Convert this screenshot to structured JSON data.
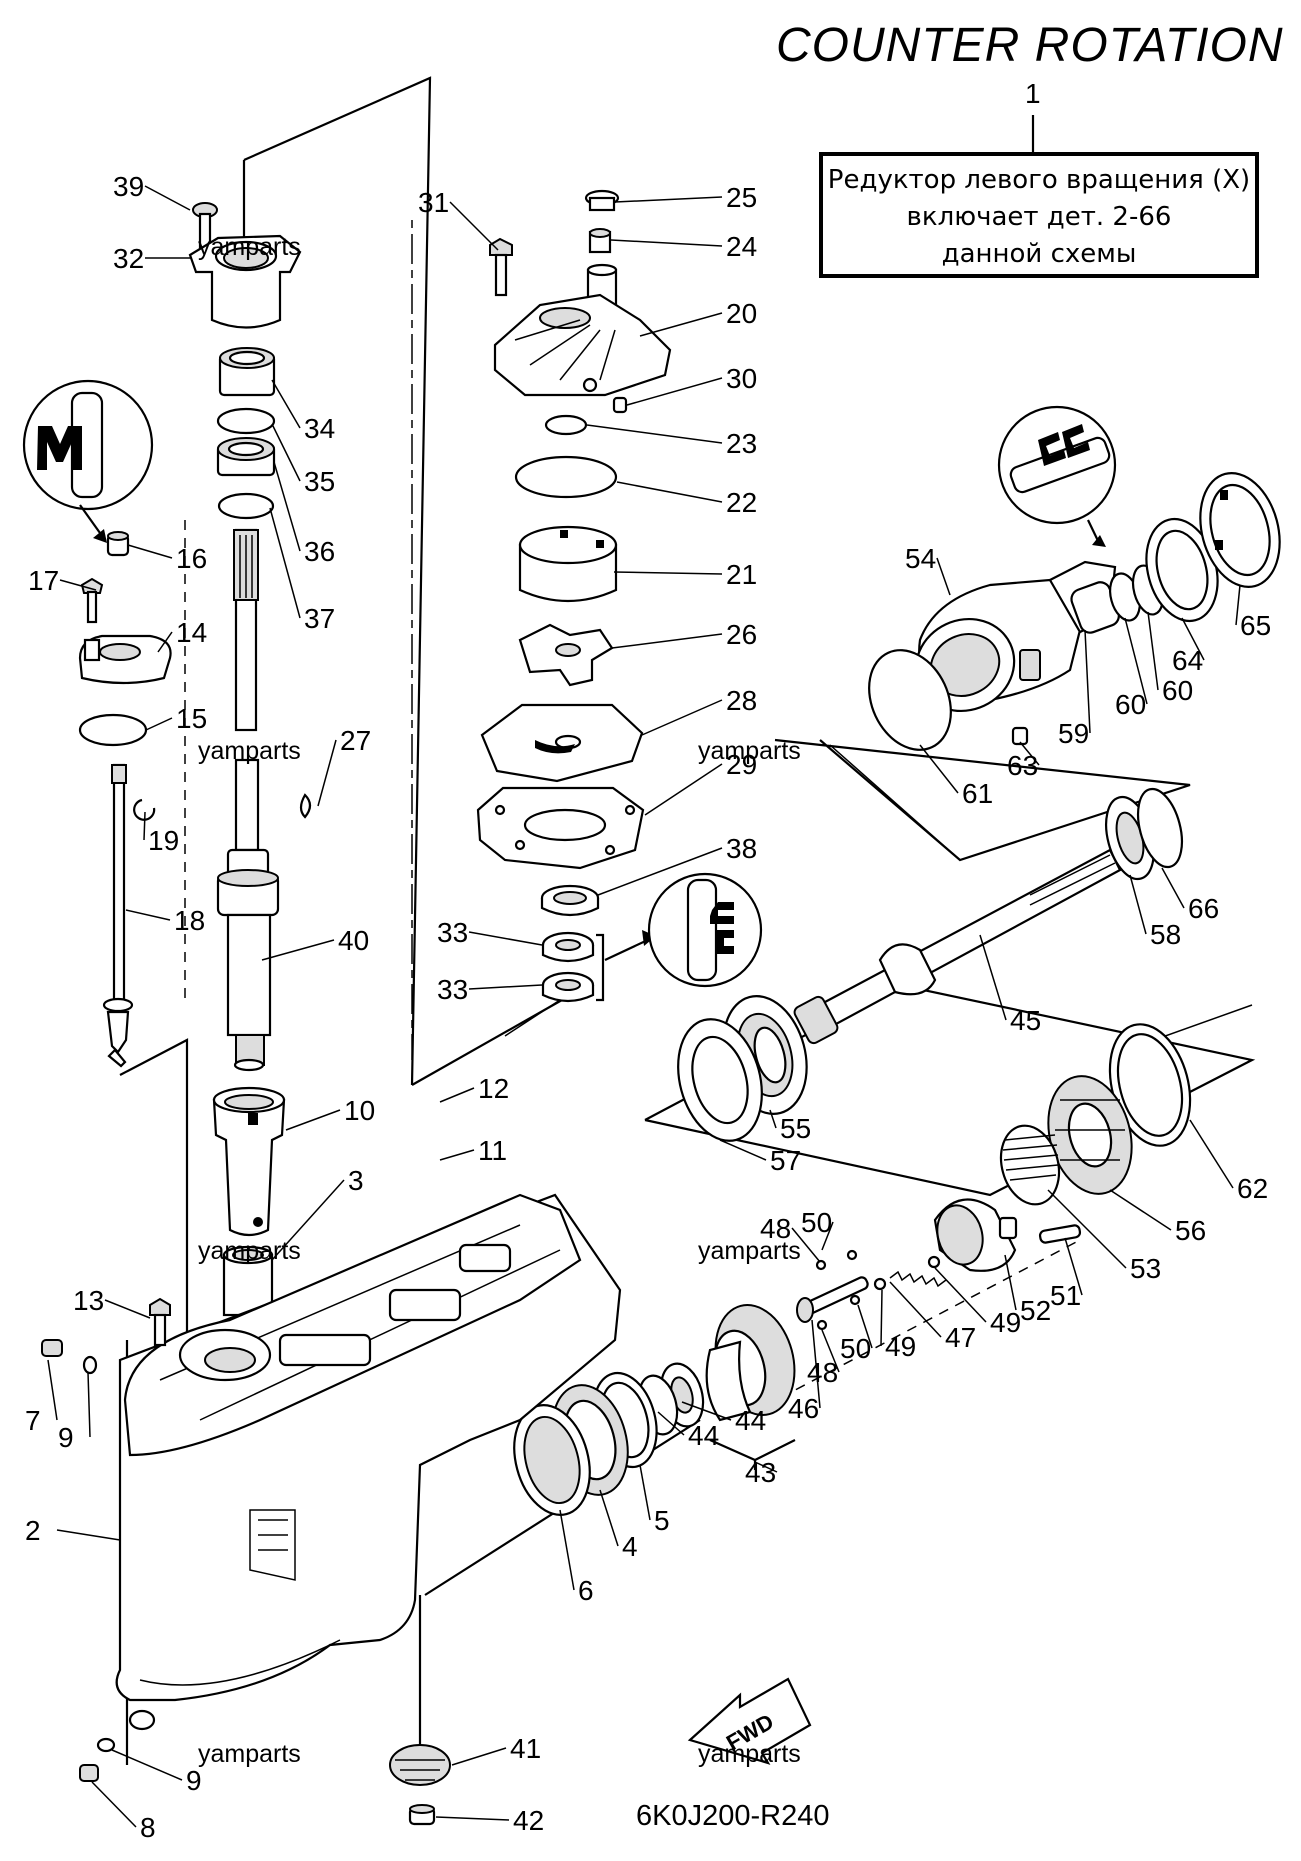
{
  "title": "COUNTER ROTATION",
  "note": {
    "ref": "1",
    "lines": [
      "Редуктор левого вращения (X)",
      "включает дет. 2-66",
      "данной схемы"
    ]
  },
  "diagram_code": "6K0J200-R240",
  "watermark": "yamparts",
  "labels": [
    "39",
    "32",
    "34",
    "35",
    "36",
    "37",
    "16",
    "17",
    "14",
    "15",
    "27",
    "19",
    "18",
    "40",
    "10",
    "12",
    "11",
    "3",
    "13",
    "7",
    "9",
    "2",
    "9",
    "8",
    "41",
    "42",
    "31",
    "25",
    "24",
    "20",
    "30",
    "23",
    "22",
    "21",
    "26",
    "28",
    "29",
    "38",
    "33",
    "33",
    "54",
    "59",
    "60",
    "60",
    "64",
    "65",
    "61",
    "63",
    "58",
    "66",
    "45",
    "55",
    "57",
    "62",
    "56",
    "53",
    "51",
    "52",
    "49",
    "47",
    "49",
    "50",
    "48",
    "50",
    "48",
    "46",
    "44",
    "44",
    "43",
    "5",
    "4",
    "6"
  ],
  "colors": {
    "ink": "#000000",
    "paper": "#ffffff"
  }
}
